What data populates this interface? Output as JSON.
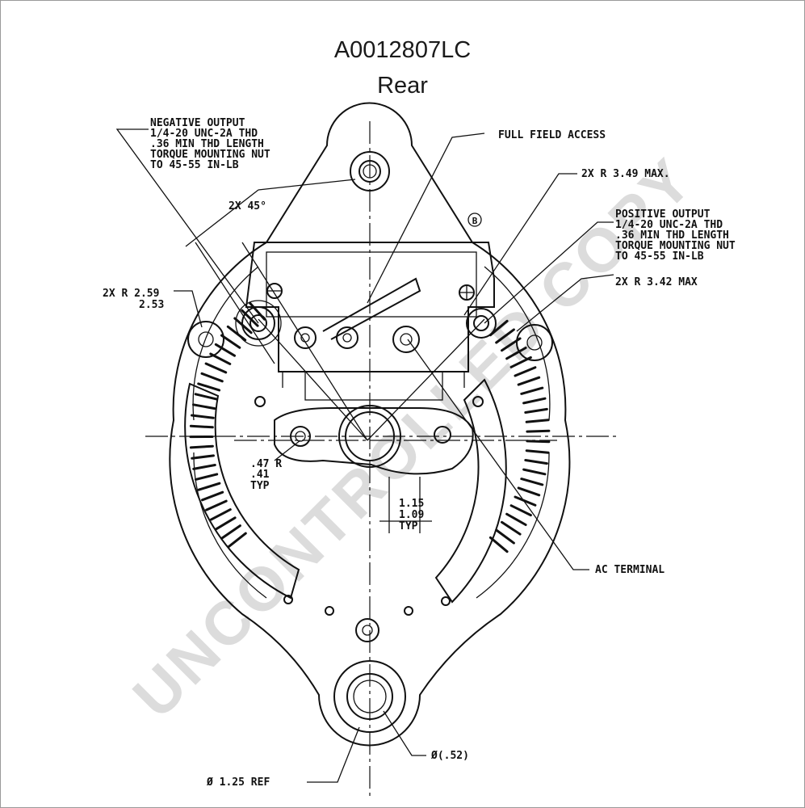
{
  "title": "A0012807LC",
  "subtitle": "Rear",
  "watermark": "UNCONTROLLED COPY",
  "annotations": {
    "negative_output": [
      "NEGATIVE OUTPUT",
      "1/4-20 UNC-2A THD",
      ".36 MIN THD LENGTH",
      "TORQUE MOUNTING NUT",
      "TO 45-55 IN-LB"
    ],
    "full_field_access": "FULL FIELD ACCESS",
    "radius_max_top": "2X R 3.49 MAX.",
    "positive_output": [
      "POSITIVE OUTPUT",
      "1/4-20 UNC-2A THD",
      ".36 MIN THD LENGTH",
      "TORQUE MOUNTING NUT",
      "TO 45-55 IN-LB"
    ],
    "angle": "2X 45°",
    "radius_max_right": "2X R 3.42 MAX",
    "radius_left": [
      "2X R 2.59",
      "2.53"
    ],
    "slot_radius": [
      ".47 R",
      ".41",
      "TYP"
    ],
    "slot_width": [
      "1.15",
      "1.09",
      "TYP"
    ],
    "ac_terminal": "AC TERMINAL",
    "bore_dia": "Ø(.52)",
    "ref_dia": "Ø 1.25 REF",
    "marker": "B"
  }
}
